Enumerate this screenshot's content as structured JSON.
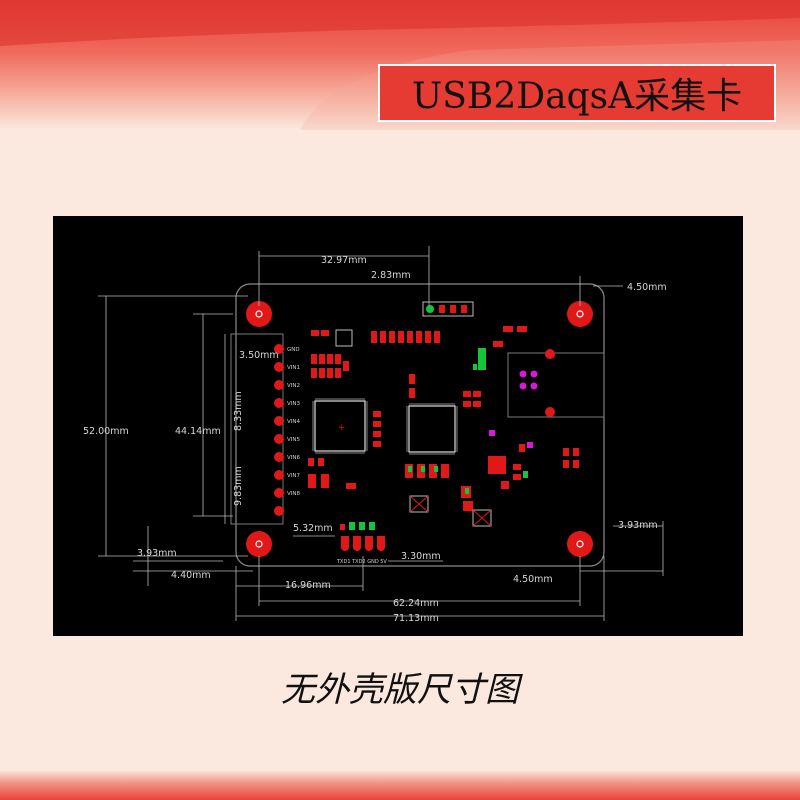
{
  "header": {
    "title": "USB2DaqsA采集卡"
  },
  "caption": {
    "text": "无外壳版尺寸图"
  },
  "drawing": {
    "dimensions": {
      "top_width": "32.97mm",
      "top_offset": "2.83mm",
      "right_top": "4.50mm",
      "left_height": "52.00mm",
      "inner_height": "44.14mm",
      "pin_top": "3.50mm",
      "pin_pitch": "8.33mm",
      "pin_lower": "9.83mm",
      "left_bottom": "3.93mm",
      "left_edge": "4.40mm",
      "connector_offset": "5.32mm",
      "connector_height": "3.30mm",
      "connector_pos": "16.96mm",
      "hole_span": "62.24mm",
      "total_width": "71.13mm",
      "right_bottom_x": "4.50mm",
      "right_bottom_y": "3.93mm"
    },
    "pin_labels": [
      "GND",
      "VIN1",
      "VIN2",
      "VIN3",
      "VIN4",
      "VIN5",
      "VIN6",
      "VIN7",
      "VIN8"
    ],
    "bottom_pin_labels": "TXD1 TXD2 GND 5V"
  },
  "colors": {
    "board": "#000000",
    "dimension_line": "#b8b8b8",
    "pad_red": "#e01818",
    "component_green": "#15c43a",
    "accent_magenta": "#d81ad8"
  }
}
